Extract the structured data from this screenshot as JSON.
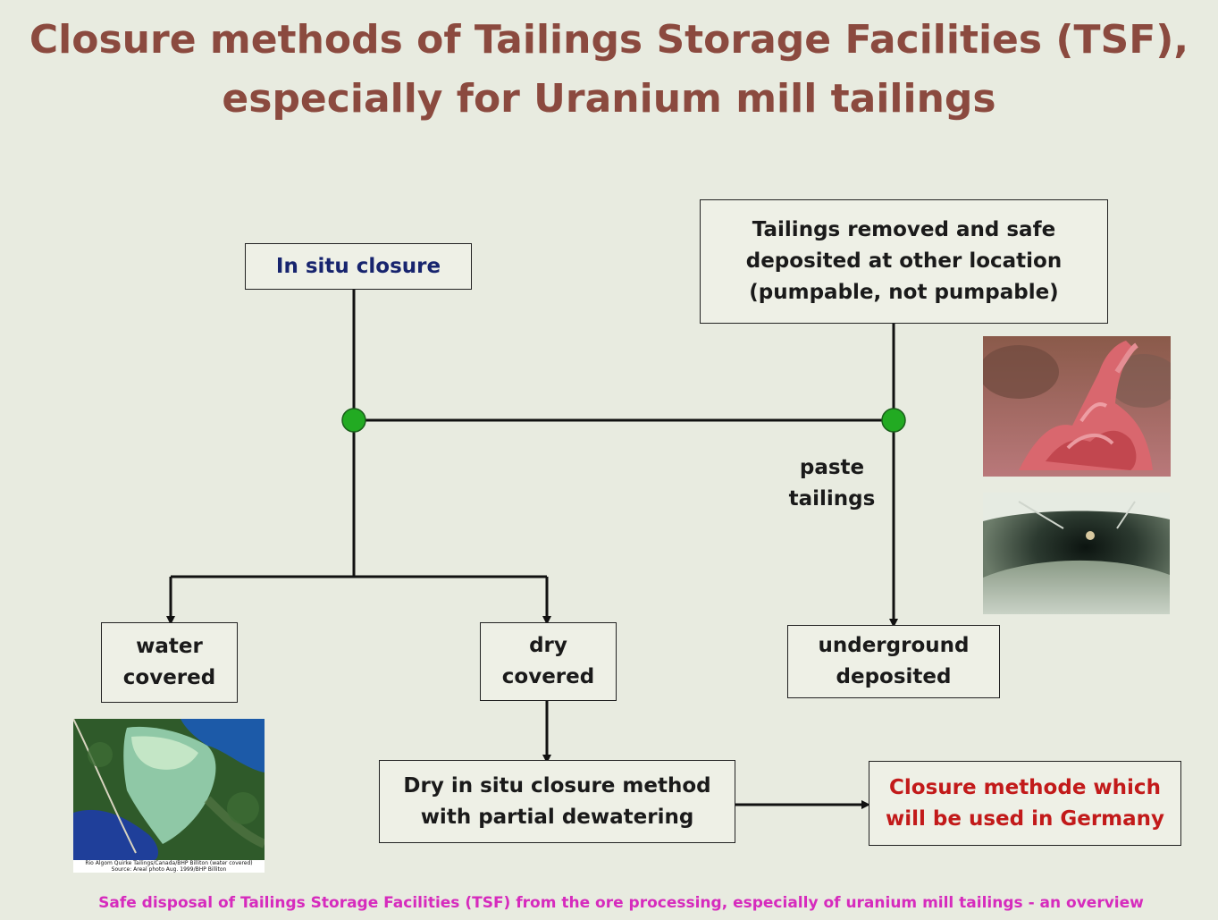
{
  "title": {
    "line1": "Closure methods of Tailings Storage Facilities (TSF),",
    "line2": "especially for Uranium mill tailings"
  },
  "boxes": {
    "in_situ": "In situ closure",
    "removed": [
      "Tailings removed and safe",
      "deposited at other location",
      "(pumpable, not pumpable)"
    ],
    "water": [
      "water",
      "covered"
    ],
    "dry": [
      "dry",
      "covered"
    ],
    "underground": [
      "underground",
      "deposited"
    ],
    "dry_method": [
      "Dry in situ closure method",
      "with partial dewatering"
    ],
    "germany": [
      "Closure methode which",
      "will be used in Germany"
    ]
  },
  "labels": {
    "paste": [
      "paste",
      "tailings"
    ]
  },
  "caption": [
    "Rio Algom Quirke Tailings/Canada/BHP Billiton (water covered)",
    "Source: Areal photo Aug. 1999/BHP Billiton"
  ],
  "footer": "Safe disposal of Tailings Storage Facilities (TSF) from the ore processing, especially of uranium mill tailings - an overview",
  "colors": {
    "title": "#8b4a3f",
    "in_situ_text": "#17246e",
    "germany_text": "#c21a1a",
    "footer": "#d62bbd",
    "node": "#22aa22"
  }
}
